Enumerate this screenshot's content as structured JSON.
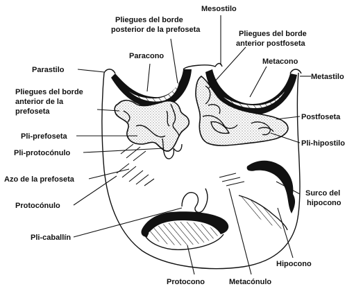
{
  "labels": {
    "mesostilo": "Mesostilo",
    "pliegues_posterior_1": "Pliegues del borde",
    "pliegues_posterior_2": "posterior de la prefoseta",
    "pliegues_anterior_post_1": "Pliegues del borde",
    "pliegues_anterior_post_2": "anterior postfoseta",
    "paracono": "Paracono",
    "metacono": "Metacono",
    "parastilo": "Parastilo",
    "metastilo": "Metastilo",
    "pliegues_anterior_pre_1": "Pliegues del borde",
    "pliegues_anterior_pre_2": "anterior de la",
    "pliegues_anterior_pre_3": "prefoseta",
    "postfoseta": "Postfoseta",
    "pli_prefoseta": "Pli-prefoseta",
    "pli_hipostilo": "Pli-hipostilo",
    "pli_protoconulo": "Pli-protocónulo",
    "azo_prefoseta": "Azo de la prefoseta",
    "surco_hipocono_1": "Surco del",
    "surco_hipocono_2": "hipocono",
    "protoconulo": "Protocónulo",
    "pli_caballin": "Pli-caballín",
    "hipocono": "Hipocono",
    "protocono": "Protocono",
    "metaconulo": "Metacónulo"
  }
}
